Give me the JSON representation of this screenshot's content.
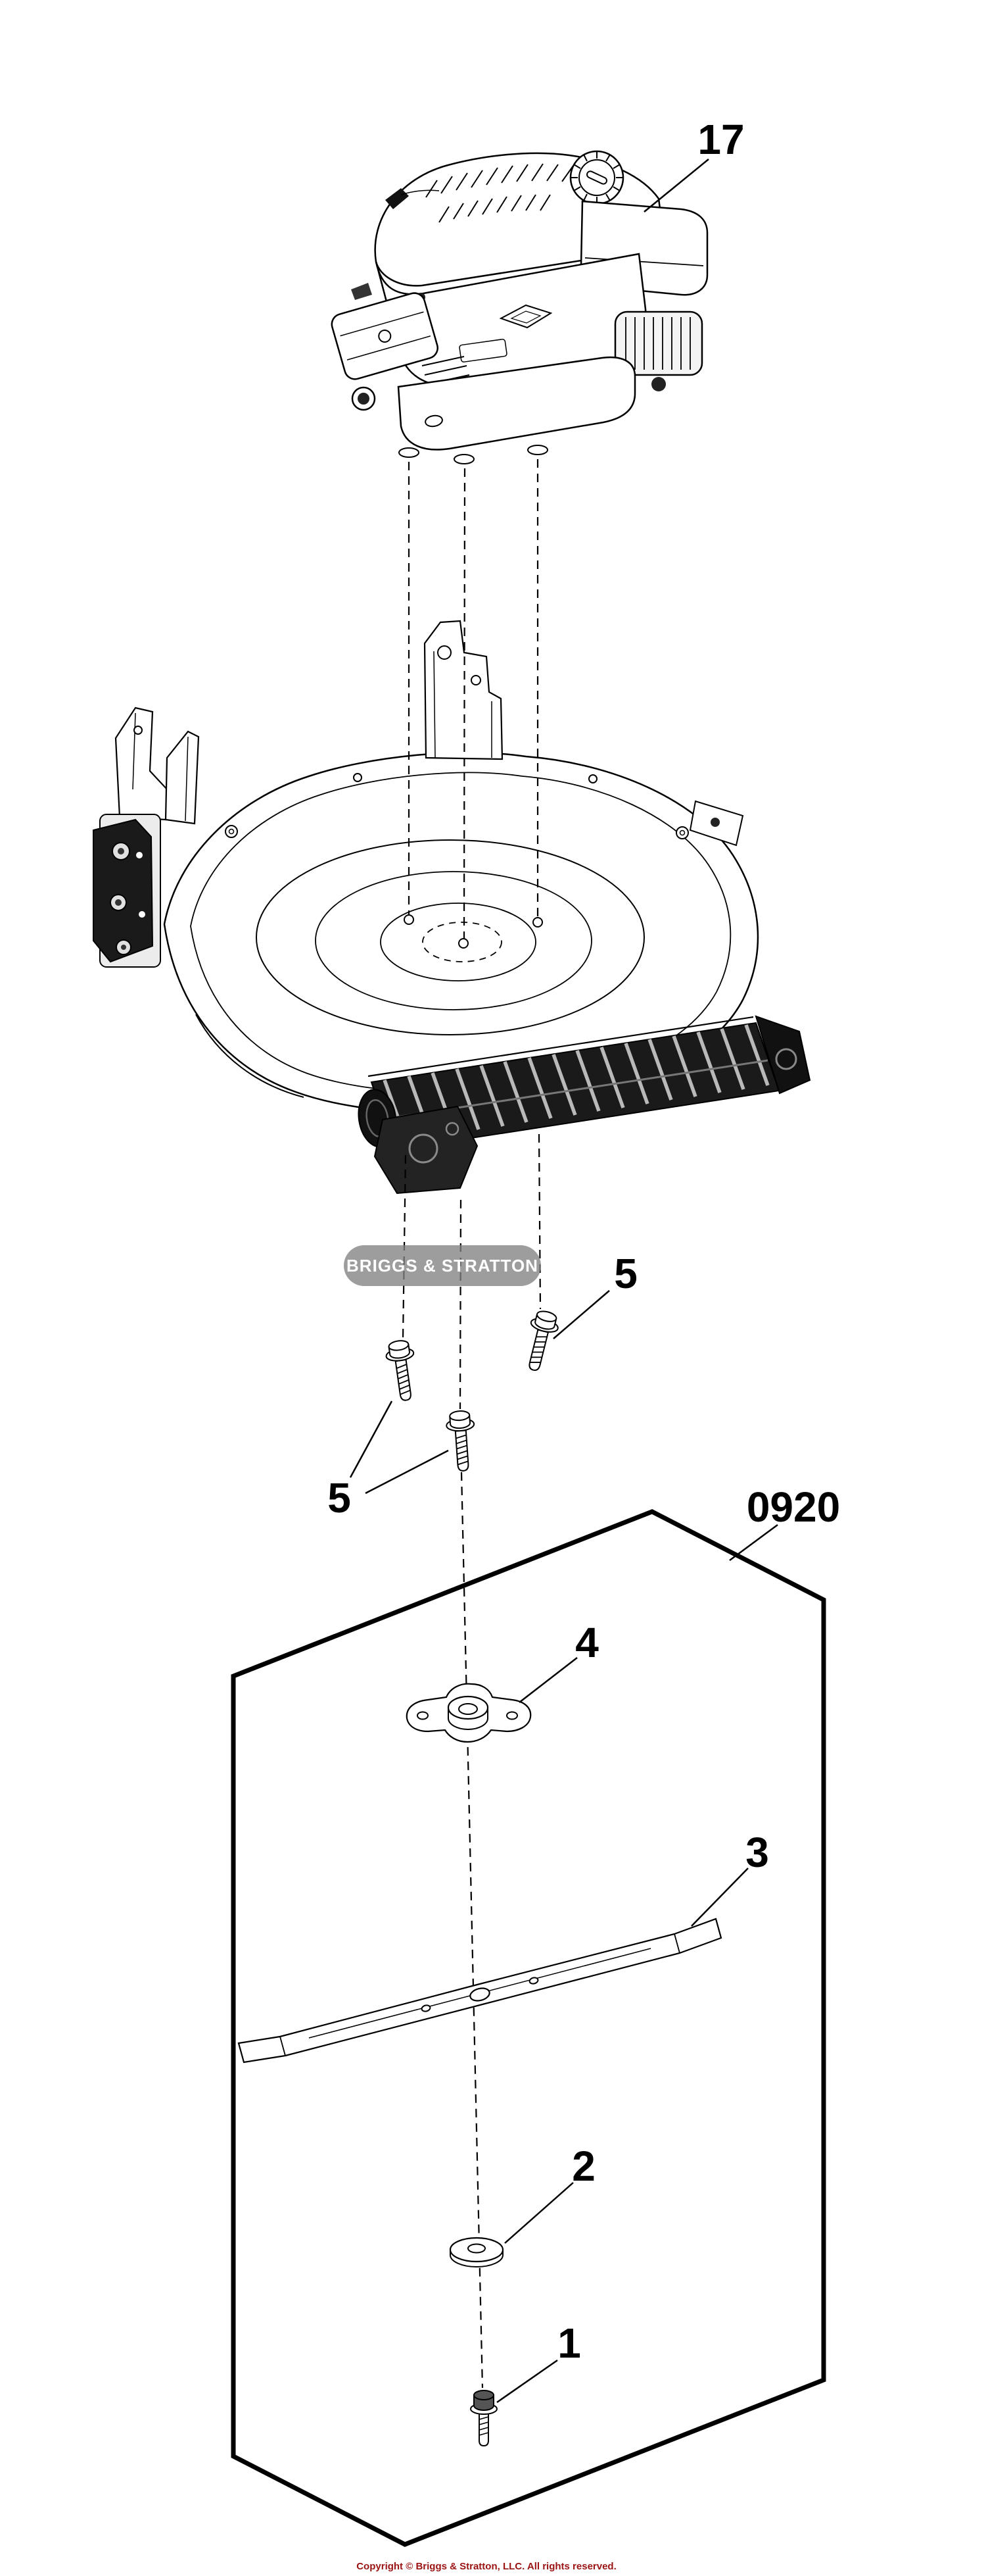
{
  "diagram": {
    "callouts": {
      "engine": "17",
      "screw_right": "5",
      "screw_left": "5",
      "kit_box": "0920",
      "blade_adapter": "4",
      "blade": "3",
      "washer": "2",
      "bolt": "1"
    },
    "watermark_text": "BRIGGS & STRATTON",
    "footer_text": "Copyright © Briggs & Stratton, LLC. All rights reserved.",
    "colors": {
      "line": "#000000",
      "paper": "#ffffff",
      "dark_fill": "#1a1a1a",
      "watermark_gray": "#828282",
      "footer_red": "#9b1313"
    }
  }
}
